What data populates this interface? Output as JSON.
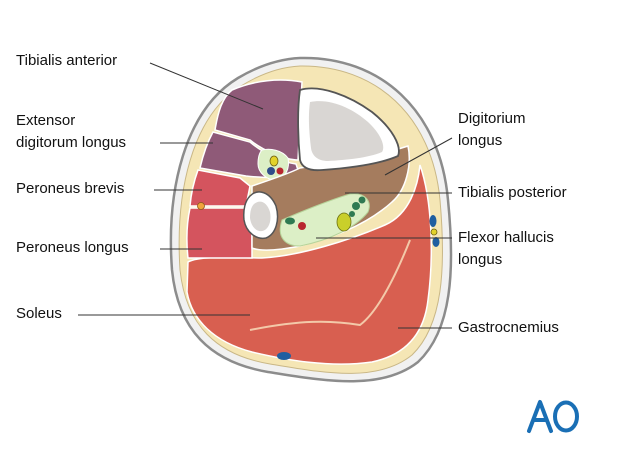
{
  "labels_left": [
    {
      "id": "tibialis-anterior",
      "lines": [
        "Tibialis anterior"
      ]
    },
    {
      "id": "extensor-digitorum-longus",
      "lines": [
        "Extensor",
        "digitorum longus"
      ]
    },
    {
      "id": "peroneus-brevis",
      "lines": [
        "Peroneus brevis"
      ]
    },
    {
      "id": "peroneus-longus",
      "lines": [
        "Peroneus longus"
      ]
    },
    {
      "id": "soleus",
      "lines": [
        "Soleus"
      ]
    }
  ],
  "labels_right": [
    {
      "id": "digitorium-longus",
      "lines": [
        "Digitorium",
        "longus"
      ]
    },
    {
      "id": "tibialis-posterior",
      "lines": [
        "Tibialis posterior"
      ]
    },
    {
      "id": "flexor-hallucis-longus",
      "lines": [
        "Flexor hallucis",
        "longus"
      ]
    },
    {
      "id": "gastrocnemius",
      "lines": [
        "Gastrocnemius"
      ]
    }
  ],
  "logo": {
    "text": "AO"
  },
  "colors": {
    "skin_outline": "#8c8c8c",
    "fat": "#f5e6b5",
    "tibialis_anterior": "#8f5a78",
    "extensor": "#8f5a78",
    "peroneus": "#d4545e",
    "posterior_deep": "#a57c5e",
    "soleus": "#d85f50",
    "fascia_green": "#dcefc6",
    "bone": "#d9d6d3",
    "logo_blue": "#1a6fb5"
  }
}
